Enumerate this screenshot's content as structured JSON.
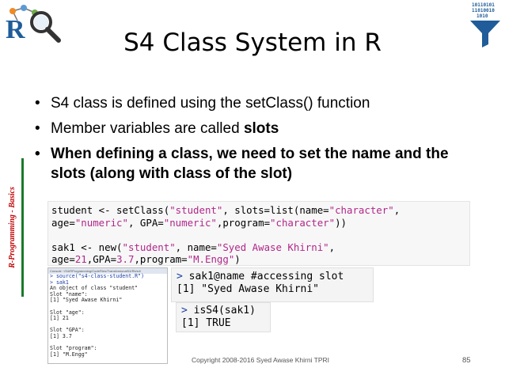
{
  "slide": {
    "title": "S4 Class System in R",
    "side_label": "R-Programming - Basics",
    "bullets": [
      {
        "text_prefix": "S4 class is defined using the setClass() function",
        "bold_part": "",
        "bold": false
      },
      {
        "text_prefix": "Member variables are called ",
        "bold_part": "slots",
        "bold": false
      },
      {
        "text_prefix": "When defining a class, we need to set the name and the slots (along with class of the slot)",
        "bold_part": "",
        "bold": true
      }
    ],
    "footer": "Copyright 2008-2016 Syed Awase Khirni TPRI",
    "page_number": "85"
  },
  "code_block_1": {
    "line1": [
      "student <- setClass(",
      "\"student\"",
      ", slots=list(name=",
      "\"character\"",
      ","
    ],
    "line2": [
      "age=",
      "\"numeric\"",
      ", GPA=",
      "\"numeric\"",
      ",program=",
      "\"character\"",
      "))"
    ],
    "line3": [
      "sak1 <- new(",
      "\"student\"",
      ", name=",
      "\"Syed Awase Khirni\"",
      ","
    ],
    "line4": [
      "age=",
      "21",
      ",GPA=",
      "3.7",
      ",program=",
      "\"M.Engg\"",
      ")"
    ]
  },
  "console": {
    "header": "Console ~/S4/RProgramming/CodeFiles/TransforsionalS4/Rb/s4/",
    "lines": [
      {
        "text": "> source(\"s4-class-student.R\")",
        "cmd": true
      },
      {
        "text": "> sak1",
        "cmd": true
      },
      {
        "text": "An object of class \"student\"",
        "cmd": false
      },
      {
        "text": "Slot \"name\":",
        "cmd": false
      },
      {
        "text": "[1] \"Syed Awase Khirni\"",
        "cmd": false
      },
      {
        "text": "",
        "cmd": false
      },
      {
        "text": "Slot \"age\":",
        "cmd": false
      },
      {
        "text": "[1] 21",
        "cmd": false
      },
      {
        "text": "",
        "cmd": false
      },
      {
        "text": "Slot \"GPA\":",
        "cmd": false
      },
      {
        "text": "[1] 3.7",
        "cmd": false
      },
      {
        "text": "",
        "cmd": false
      },
      {
        "text": "Slot \"program\":",
        "cmd": false
      },
      {
        "text": "[1] \"M.Engg\"",
        "cmd": false
      }
    ]
  },
  "code_block_2": {
    "prompt": ">",
    "command": " sak1@name #accessing slot",
    "output": "[1] \"Syed Awase Khirni\""
  },
  "code_block_3": {
    "prompt": ">",
    "command": " isS4(sak1)",
    "output": "[1] TRUE"
  },
  "logos": {
    "left_letter": "R",
    "right_binary_1": "10110101",
    "right_binary_2": "11010010",
    "right_binary_3": "1010"
  },
  "colors": {
    "string": "#b0278a",
    "prompt": "#1b3fa6",
    "side_label": "#c00000",
    "side_bar": "#1a7a2a"
  }
}
